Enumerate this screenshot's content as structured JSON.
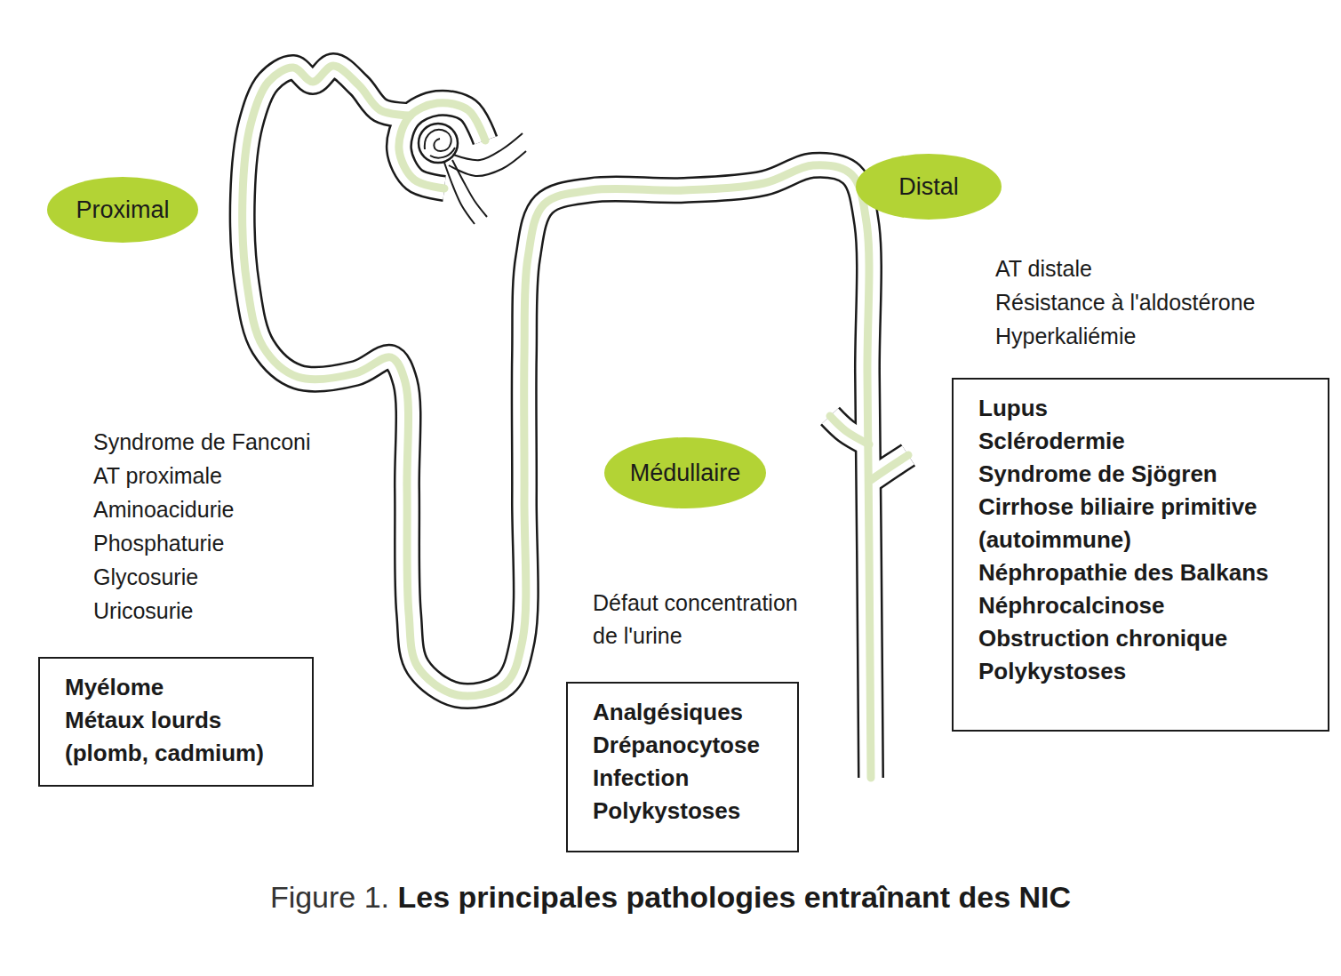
{
  "diagram": {
    "caption": "Figure 1. Les principales pathologies entraînant des NIC",
    "nodes": [
      {
        "text": [
          "Proximal"
        ]
      },
      {
        "text": [
          "Distal"
        ]
      },
      {
        "text": [
          "Lupus",
          "Sclérodermie",
          "Syndrome de Sjögren",
          "Cirrhose biliaire primitive (autoimmune)",
          "Néphropathie des Balkans",
          "Néphrocalcinose",
          "Obstruction chronique",
          "Polykystoses"
        ]
      },
      {
        "text": [
          "Médullaire"
        ]
      },
      {
        "text": [
          "Myélome",
          "Métaux lourds (plomb, cadmium)"
        ]
      },
      {
        "text": [
          "Analgésiques",
          "Drépanocytose",
          "Infection",
          "Polykystoses"
        ]
      }
    ],
    "labels": [
      "AT distale",
      "Résistance à l'aldostérone",
      "Hyperkaliémie",
      "Syndrome de Fanconi",
      "AT proximale",
      "Aminoacidurie",
      "Phosphaturie",
      "Glycosurie",
      "Uricosurie",
      "Défaut concentration de l'urine"
    ]
  }
}
